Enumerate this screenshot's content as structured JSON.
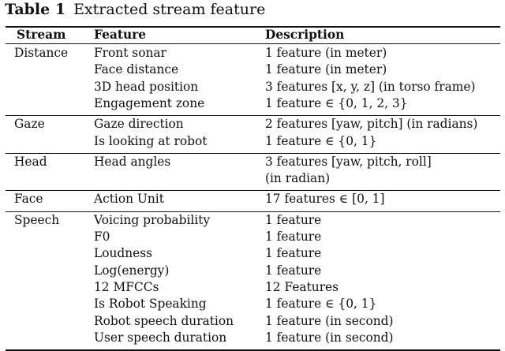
{
  "caption": {
    "label": "Table 1",
    "text": "Extracted stream feature"
  },
  "table": {
    "headers": {
      "stream": "Stream",
      "feature": "Feature",
      "description": "Description"
    },
    "groups": [
      {
        "stream": "Distance",
        "rows": [
          {
            "feature": "Front sonar",
            "description": [
              "1 feature (in meter)"
            ]
          },
          {
            "feature": "Face distance",
            "description": [
              "1 feature (in meter)"
            ]
          },
          {
            "feature": "3D head position",
            "description": [
              "3 features [x, y, z] (in torso frame)"
            ]
          },
          {
            "feature": "Engagement zone",
            "description": [
              "1 feature ∈ {0, 1, 2, 3}"
            ]
          }
        ]
      },
      {
        "stream": "Gaze",
        "rows": [
          {
            "feature": "Gaze direction",
            "description": [
              "2 features [yaw, pitch] (in radians)"
            ]
          },
          {
            "feature": "Is looking at robot",
            "description": [
              "1 feature ∈ {0, 1}"
            ]
          }
        ]
      },
      {
        "stream": "Head",
        "rows": [
          {
            "feature": "Head angles",
            "description": [
              "3 features [yaw, pitch, roll]",
              "(in radian)"
            ]
          }
        ]
      },
      {
        "stream": "Face",
        "rows": [
          {
            "feature": "Action Unit",
            "description": [
              "17 features ∈ [0, 1]"
            ]
          }
        ]
      },
      {
        "stream": "Speech",
        "rows": [
          {
            "feature": "Voicing probability",
            "description": [
              "1 feature"
            ]
          },
          {
            "feature": "F0",
            "description": [
              "1 feature"
            ]
          },
          {
            "feature": "Loudness",
            "description": [
              "1 feature"
            ]
          },
          {
            "feature": "Log(energy)",
            "description": [
              "1 feature"
            ]
          },
          {
            "feature": "12 MFCCs",
            "description": [
              "12 Features"
            ]
          },
          {
            "feature": "Is Robot Speaking",
            "description": [
              "1 feature ∈ {0, 1}"
            ]
          },
          {
            "feature": "Robot speech duration",
            "description": [
              "1 feature (in second)"
            ]
          },
          {
            "feature": "User speech duration",
            "description": [
              "1 feature (in second)"
            ]
          }
        ]
      }
    ]
  }
}
